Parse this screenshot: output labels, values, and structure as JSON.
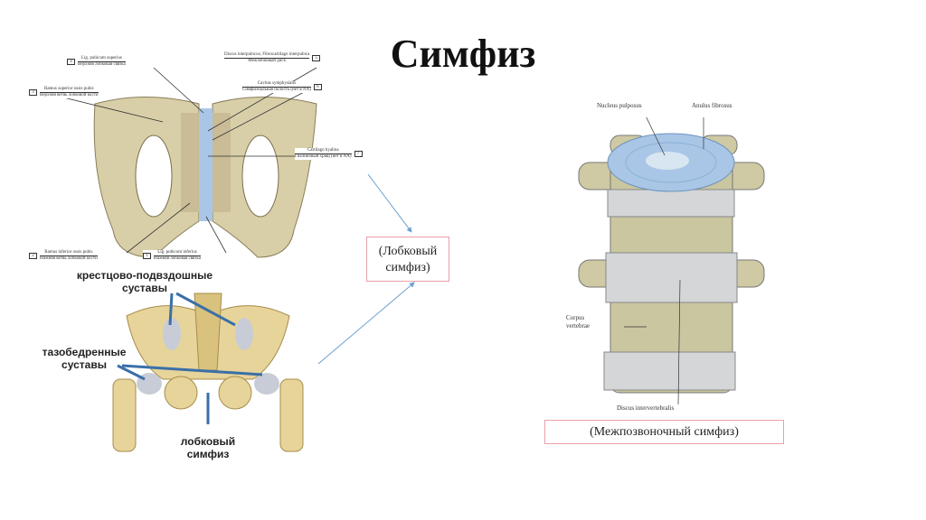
{
  "slide": {
    "title": "Симфиз"
  },
  "pubic_figure": {
    "labels": [
      {
        "num": "4",
        "la": "Lig. pubicum superius",
        "ru": "Верхняя лобковая связка"
      },
      {
        "num": "3",
        "la": "Ramus superior ossis pubis",
        "ru": "Верхняя ветвь лобковой кости"
      },
      {
        "num": "5",
        "la": "Discus interpubicus; Fibrocartilago interpubica",
        "ru": "Межлобковый диск"
      },
      {
        "num": "6",
        "la": "Cavitas symphysialis",
        "ru": "Симфизиальная полость (нет в NA)"
      },
      {
        "num": "7",
        "la": "Cartilago hyalina",
        "ru": "Гиалиновый хрящ (нет в NA)"
      },
      {
        "num": "2",
        "la": "Ramus inferior ossis pubis",
        "ru": "Нижняя ветвь лобковой кости"
      },
      {
        "num": "1",
        "la": "Lig. pubicum inferius",
        "ru": "Нижняя лобковая связка"
      }
    ]
  },
  "pelvis_figure": {
    "sacroiliac": "крестцово-подвздошные суставы",
    "hip": "тазобедренные суставы",
    "pubic": "лобковый симфиз"
  },
  "vertebra_figure": {
    "nucleus": "Nucleus pulposus",
    "anulus": "Anulus fibrosus",
    "corpus": "Corpus vertebrae",
    "discus": "Discus intervertebralis"
  },
  "captions": {
    "pubic": "(Лобковый симфиз)",
    "intervertebral": "(Межпозвоночный симфиз)"
  },
  "colors": {
    "bone": "#d8cfa8",
    "cartilage": "#a9c6e6",
    "arrow": "#6a9fd0",
    "caption_border": "#e8a0a8"
  }
}
